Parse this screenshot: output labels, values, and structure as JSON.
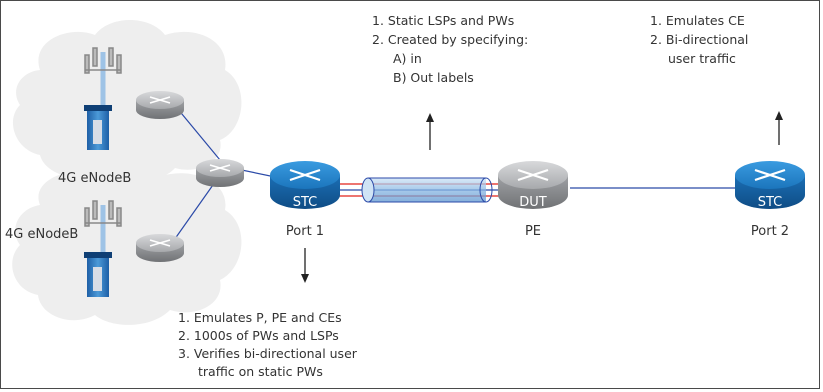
{
  "cloud_labels": {
    "enodeb_top": "4G eNodeB",
    "enodeb_bottom": "4G eNodeB"
  },
  "devices": {
    "stc_left": {
      "badge": "STC",
      "caption": "Port 1"
    },
    "dut": {
      "badge": "DUT",
      "caption": "PE"
    },
    "stc_right": {
      "badge": "STC",
      "caption": "Port 2"
    }
  },
  "notes": {
    "center": [
      "1. Static LSPs and PWs",
      "2. Created by specifying:",
      "A) in",
      "B) Out labels"
    ],
    "right": [
      "1. Emulates CE",
      "2. Bi-directional",
      "user traffic"
    ],
    "bottom": [
      "1. Emulates P, PE and CEs",
      "2. 1000s of PWs and LSPs",
      "3. Verifies bi-directional user",
      "traffic on static PWs"
    ]
  },
  "colors": {
    "stc_blue": "#1b75bc",
    "router_gray": "#a7a9ac",
    "link_blue": "#2b4aa8",
    "pw_red": "#e2231a",
    "cloud": "#eeeeee",
    "tunnel": "#9dc3e6"
  }
}
